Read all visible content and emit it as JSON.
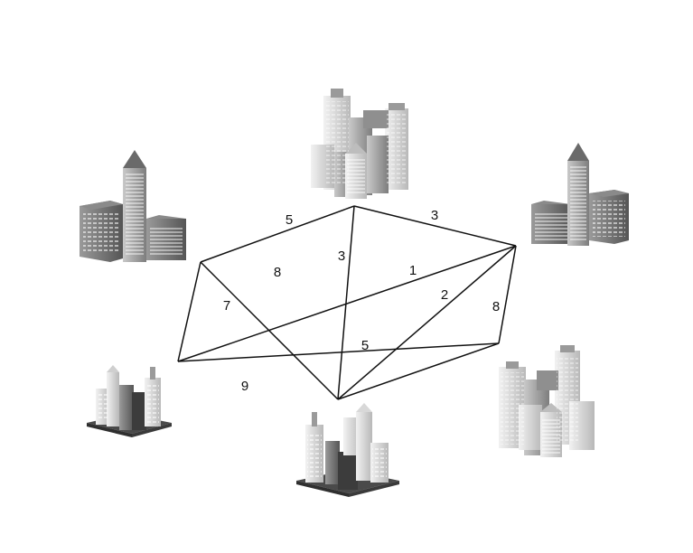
{
  "colors": {
    "edge": "#111111",
    "building_light": "#d9d9d9",
    "building_mid": "#a8a8a8",
    "building_dark": "#6e6e6e",
    "base": "#4a4a4a"
  },
  "nodes": [
    {
      "id": "A",
      "icon": "tower-office-building-icon"
    },
    {
      "id": "B",
      "icon": "skyscraper-cluster-icon"
    },
    {
      "id": "C",
      "icon": "tower-office-building-icon"
    },
    {
      "id": "D",
      "icon": "city-block-icon"
    },
    {
      "id": "E",
      "icon": "skyscraper-cluster-icon"
    },
    {
      "id": "F",
      "icon": "city-block-icon"
    }
  ],
  "edges": [
    {
      "from": "A",
      "to": "B",
      "weight": "5"
    },
    {
      "from": "B",
      "to": "C",
      "weight": "3"
    },
    {
      "from": "B",
      "to": "E",
      "weight": "3"
    },
    {
      "from": "A",
      "to": "D",
      "weight": "8"
    },
    {
      "from": "C",
      "to": "F",
      "weight": "1"
    },
    {
      "from": "A",
      "to": "E",
      "weight": "7"
    },
    {
      "from": "C",
      "to": "E",
      "weight": "2"
    },
    {
      "from": "C",
      "to": "D",
      "weight": "8"
    },
    {
      "from": "F",
      "to": "D",
      "weight": "5"
    },
    {
      "from": "F",
      "to": "E",
      "weight": "9"
    }
  ]
}
